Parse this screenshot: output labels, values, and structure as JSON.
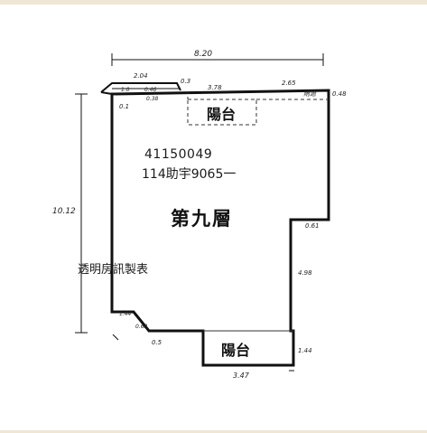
{
  "document": {
    "line1": "41150049",
    "line2": "114助宇9065一",
    "watermark": "透明房訊製表"
  },
  "floor_plan": {
    "floor_label": "第九層",
    "balcony_top_label": "陽台",
    "balcony_bottom_label": "陽台",
    "dimensions": {
      "overall_width": "8.20",
      "overall_height": "10.12",
      "top_left_segment": "2.04",
      "top_segment_1": "0.3",
      "top_segment_2": "3.78",
      "top_segment_3": "2.65",
      "top_right_offset": "0.48",
      "small_a": "1.0",
      "small_b": "0.46",
      "small_c": "0.38",
      "left_offset": "0.1",
      "right_step": "0.61",
      "right_lower": "4.98",
      "bottom_left_a": "1.44",
      "bottom_left_b": "0.62",
      "bottom_left_c": "0.5",
      "bottom_right": "1.44",
      "bottom_balcony_width": "3.47",
      "roof_label": "雨遮"
    }
  },
  "colors": {
    "line": "#111111",
    "balcony_dash": "#333333",
    "frame": "#efe6d4"
  }
}
